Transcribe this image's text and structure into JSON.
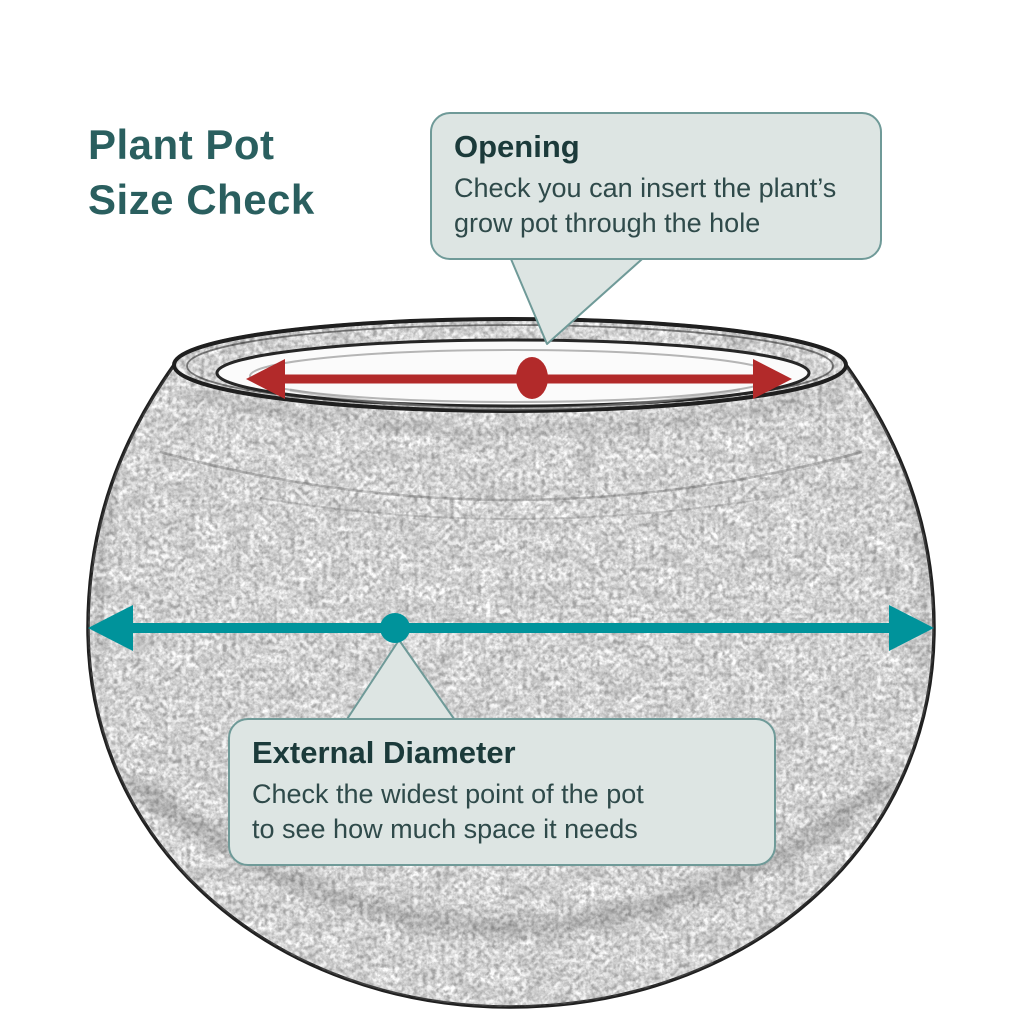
{
  "title": {
    "line1": "Plant Pot",
    "line2": "Size Check"
  },
  "callouts": {
    "opening": {
      "title": "Opening",
      "body": [
        "Check you can insert the plant’s",
        "grow pot through the hole"
      ]
    },
    "external_diameter": {
      "title": "External Diameter",
      "body": [
        "Check the widest point of the pot",
        "to see how much space it needs"
      ]
    }
  },
  "colors": {
    "heading-teal": "#2a5f5f",
    "callout-bg": "#dde5e3",
    "callout-border": "#6f9a98",
    "callout-title": "#1b3a3a",
    "callout-text": "#2f4a4a",
    "arrow-red": "#b22a2a",
    "arrow-teal": "#00939b",
    "sketch-ink": "#1f1f1f"
  }
}
